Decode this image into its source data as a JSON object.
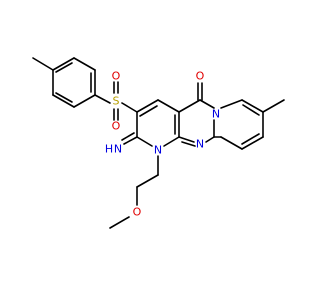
{
  "molecule": {
    "atom_labels": {
      "sulfur": "S",
      "sulfonyl_oxygen_1": "O",
      "sulfonyl_oxygen_2": "O",
      "carbonyl_oxygen": "O",
      "bridge_nitrogen": "N",
      "ring_nitrogen_1": "N",
      "ring_nitrogen_2": "N",
      "imine_nitrogen": "N",
      "imine_hydrogen": "H",
      "ether_oxygen": "O"
    },
    "colors": {
      "bond": "#000000",
      "sulfur": "#b8a000",
      "oxygen": "#e00000",
      "nitrogen": "#0000e0",
      "background": "#ffffff"
    }
  }
}
